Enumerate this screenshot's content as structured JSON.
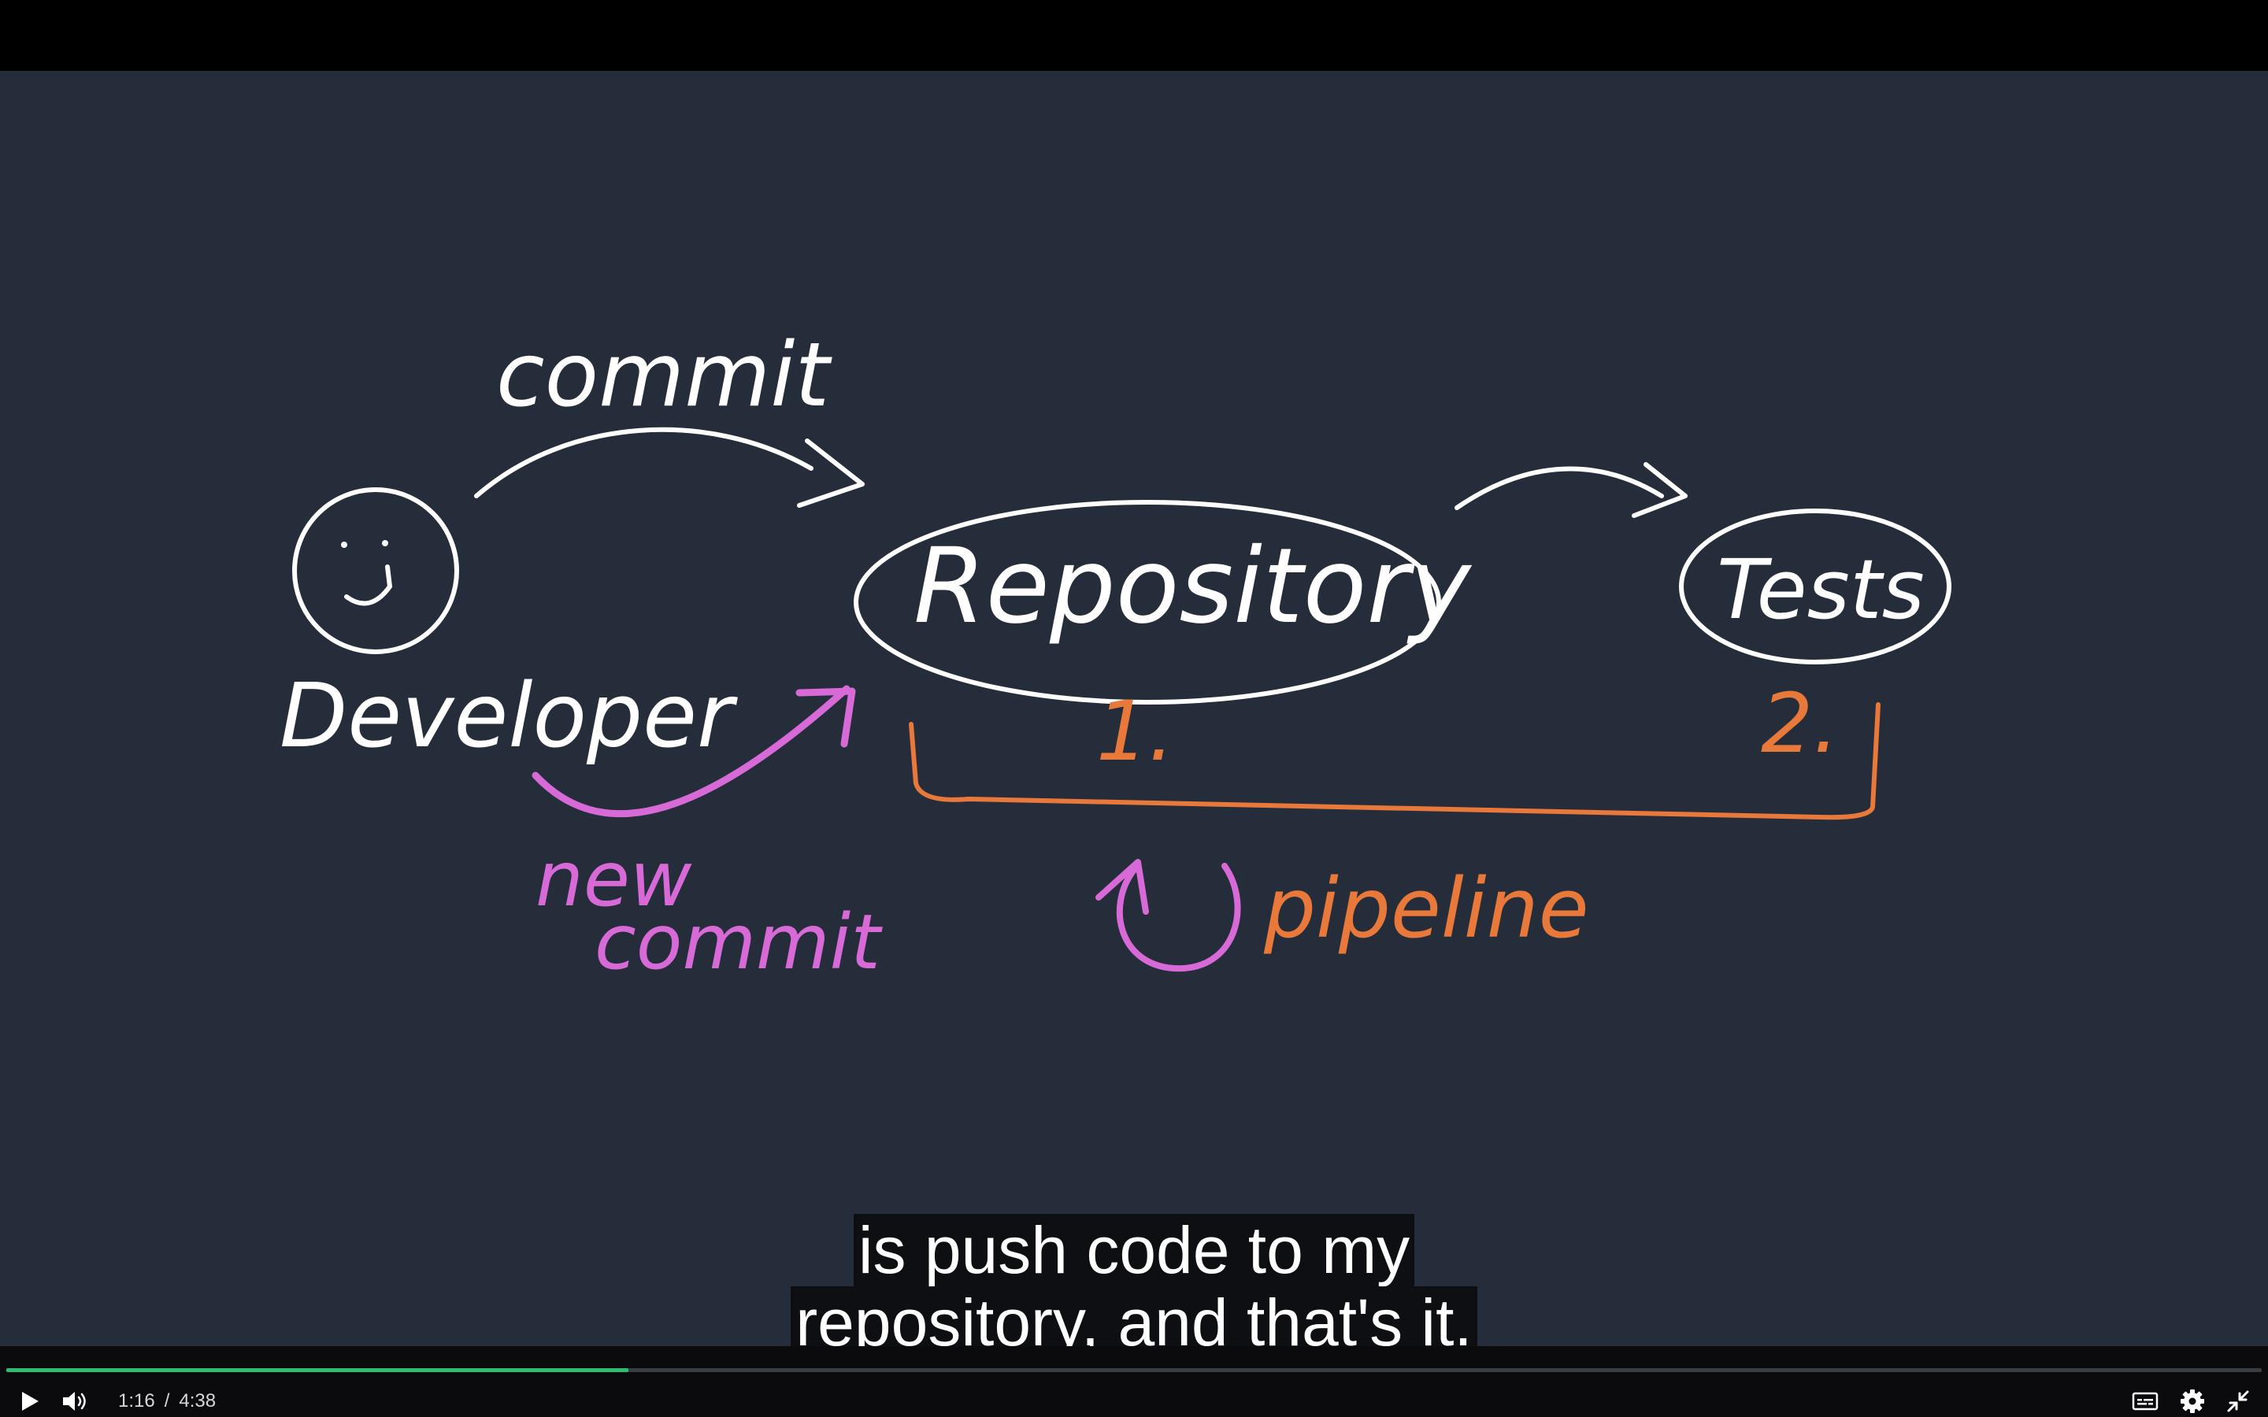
{
  "player": {
    "accent_color": "#2dbd6e",
    "progress_fraction": 0.276,
    "current_time": "1:16",
    "time_separator": "/",
    "duration": "4:38",
    "icons": [
      "play-icon",
      "volume-icon",
      "captions-icon",
      "settings-icon",
      "exit-fullscreen-icon"
    ]
  },
  "diagram": {
    "colors": {
      "background": "#262d3a",
      "white": "#ffffff",
      "orange": "#e8793a",
      "pink": "#d86ad8"
    },
    "commit_label": "commit",
    "developer_label": "Developer",
    "repository_label": "Repository",
    "tests_label": "Tests",
    "step1_label": "1.",
    "step2_label": "2.",
    "new_commit_line1": "new",
    "new_commit_line2": "commit",
    "pipeline_label": "pipeline"
  },
  "captions": {
    "line1": "is push code to my",
    "line2": "repository, and that's it."
  }
}
